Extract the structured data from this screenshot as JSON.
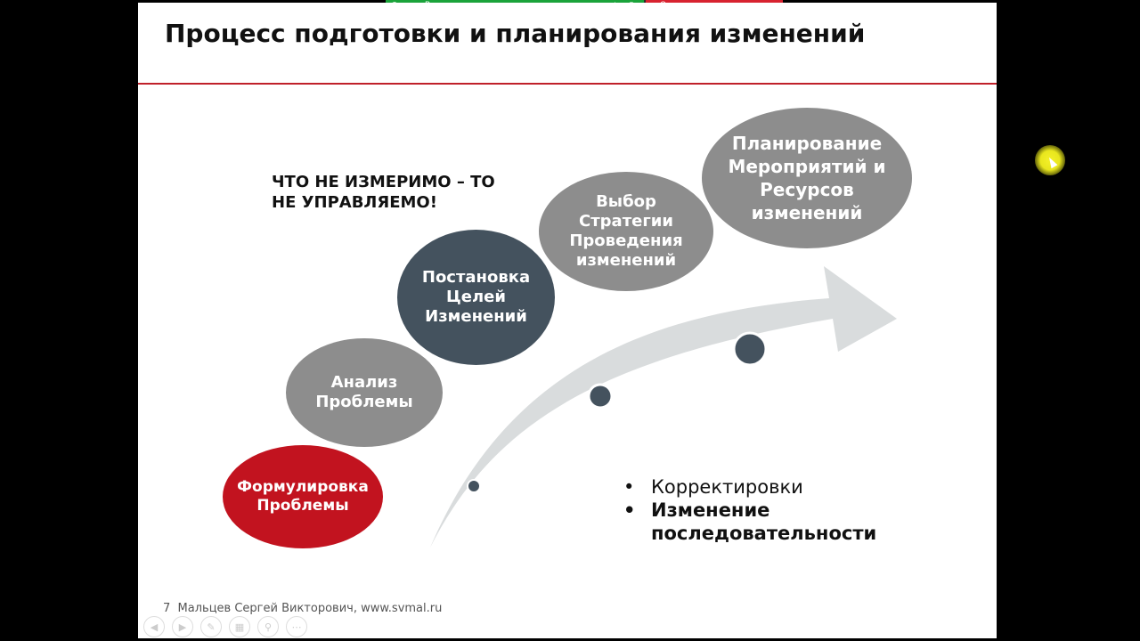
{
  "share_banner": {
    "status_text": "Вы запустили демонстрацию экрана",
    "stop_label": "Остановить демонстрацию",
    "color_green": "#1aa33a",
    "color_red": "#d8222f"
  },
  "slide": {
    "title": "Процесс подготовки и планирования изменений",
    "motto_line1": "ЧТО НЕ ИЗМЕРИМО – ТО",
    "motto_line2": "НЕ УПРАВЛЯЕМО!",
    "stages": [
      {
        "line1": "Формулировка",
        "line2": "Проблемы",
        "color": "#c2131f"
      },
      {
        "line1": "Анализ",
        "line2": "Проблемы",
        "color": "#8d8d8d"
      },
      {
        "line1": "Постановка",
        "line2": "Целей",
        "line3": "Изменений",
        "color": "#44525e"
      },
      {
        "line1": "Выбор",
        "line2": "Стратегии",
        "line3": "Проведения",
        "line4": "изменений",
        "color": "#8d8d8d"
      },
      {
        "line1": "Планирование",
        "line2": "Мероприятий и",
        "line3": "Ресурсов",
        "line4": "изменений",
        "color": "#8d8d8d"
      }
    ],
    "bullets": [
      {
        "text": "Корректировки",
        "bold": false
      },
      {
        "text": "Изменение",
        "text2": "последовательности",
        "bold": true
      }
    ],
    "bullet_symbol": "•",
    "page_number": "7",
    "footer_text": "Мальцев Сергей Викторович, www.svmal.ru",
    "accent_color": "#c0202a"
  },
  "nav_icons": [
    "prev-icon",
    "next-icon",
    "pen-icon",
    "slides-icon",
    "zoom-icon",
    "more-icon"
  ]
}
